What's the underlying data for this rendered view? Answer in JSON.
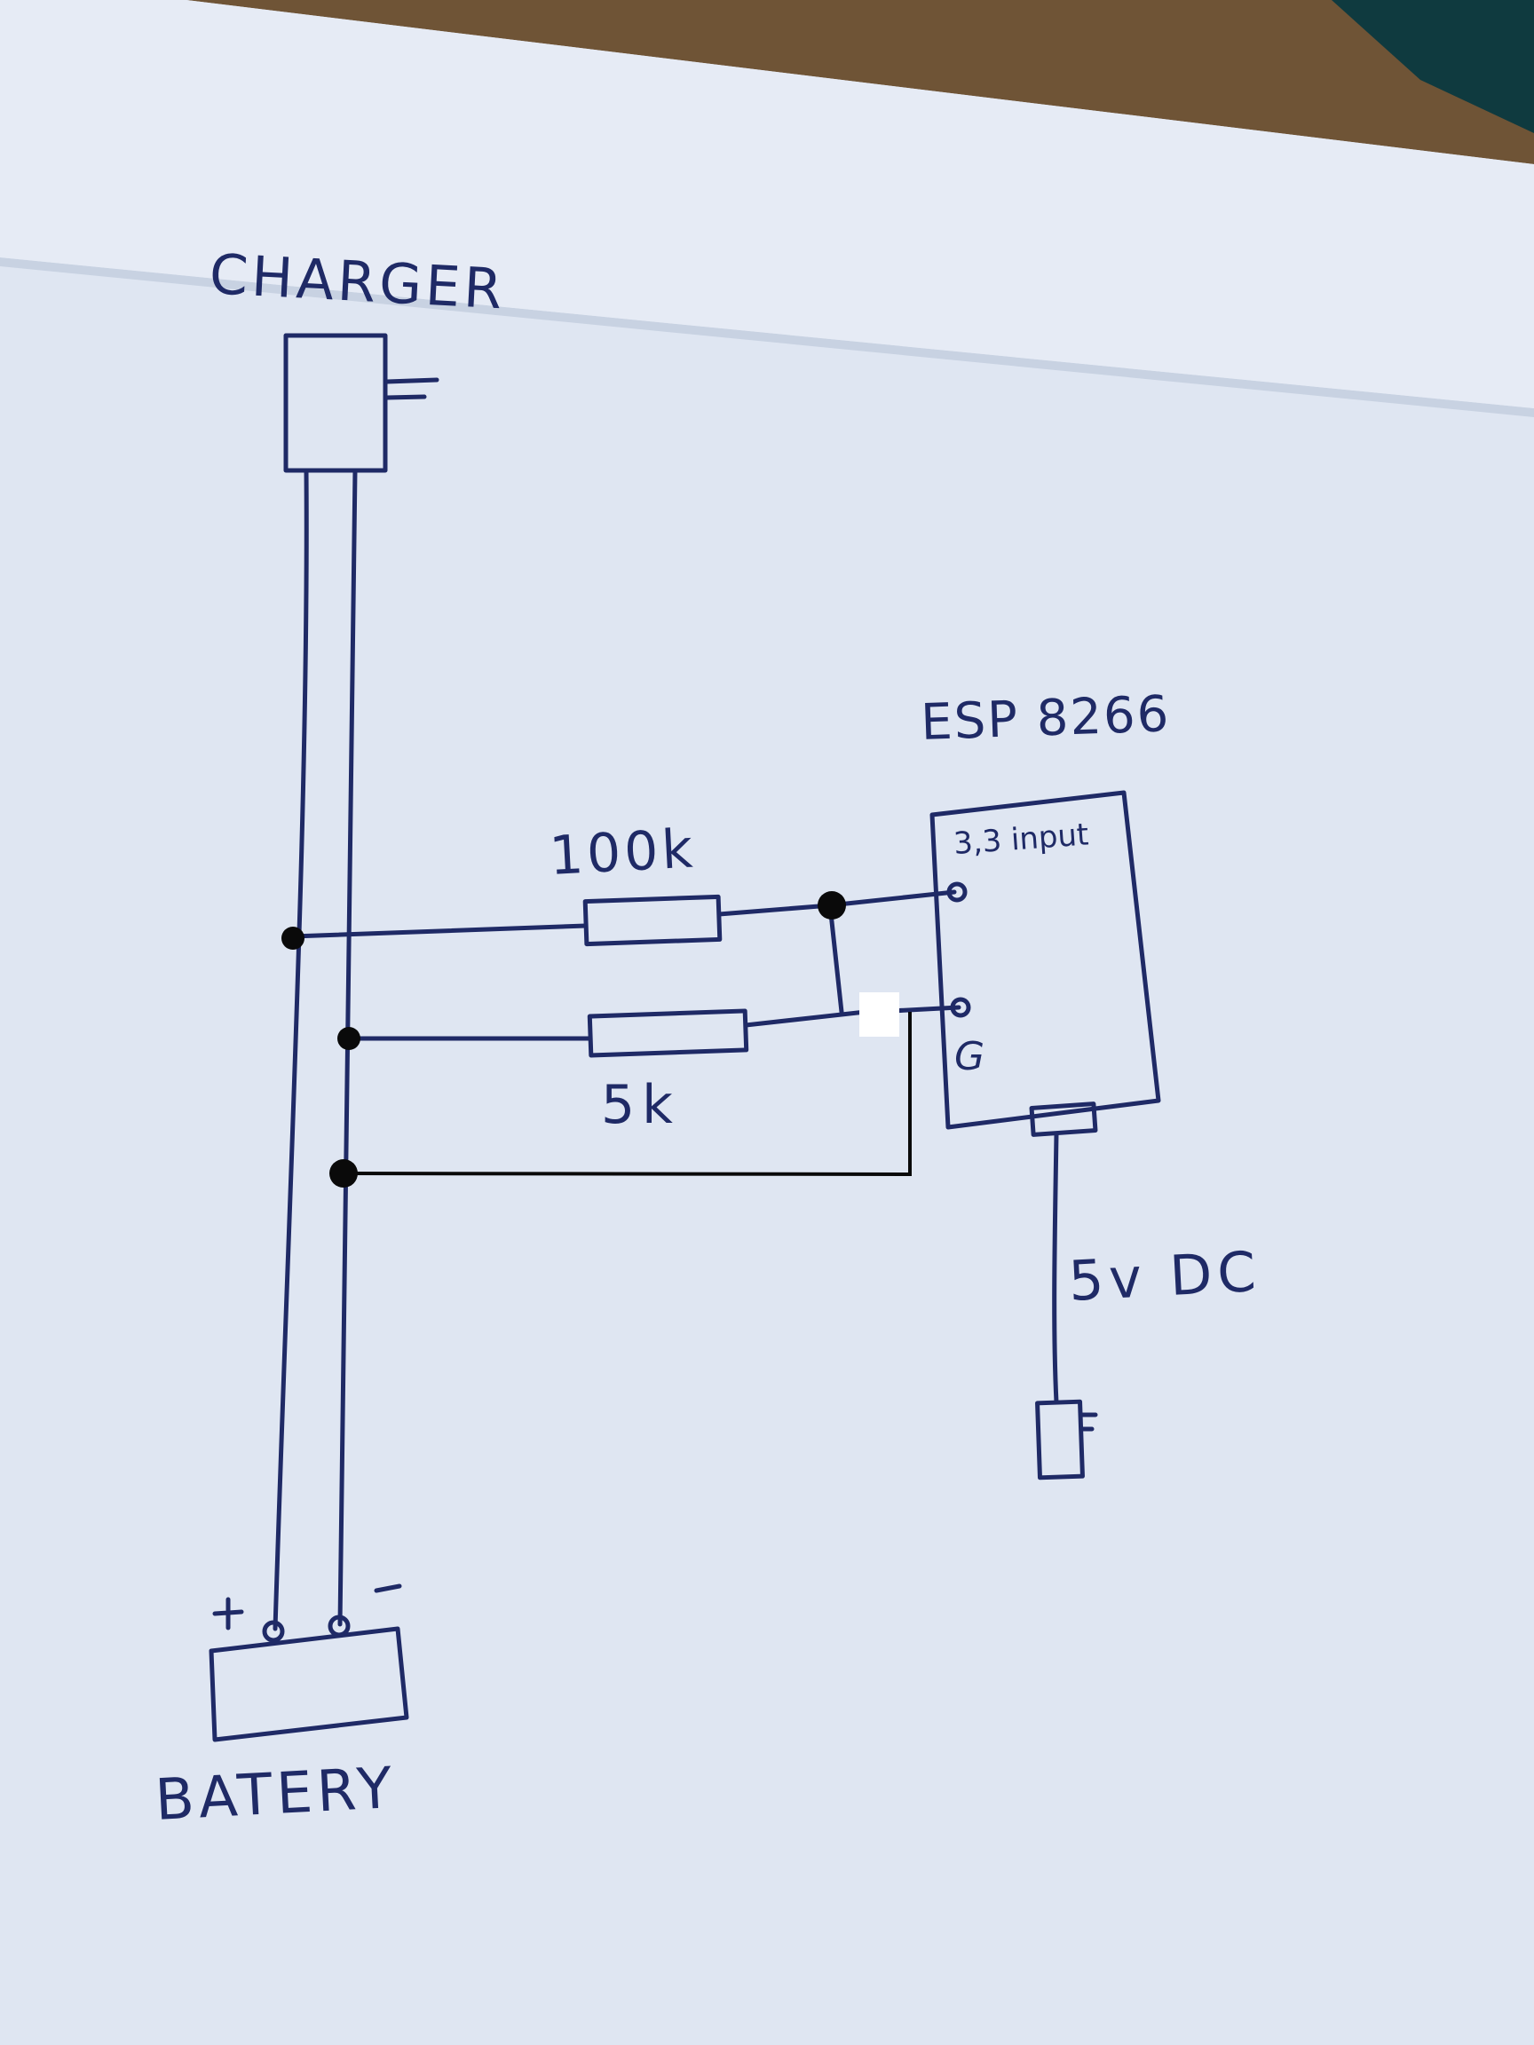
{
  "colors": {
    "paper": "#dfe6f2",
    "paper_shadow": "#b9c5d6",
    "table_wood": "#6f5436",
    "ink": "#1f2a66",
    "pen_black": "#0a0a0a",
    "patch": "#ffffff"
  },
  "labels": {
    "charger": "CHARGER",
    "esp": "ESP 8266",
    "esp_input_pin": "3,3 input",
    "esp_ground_pin": "G",
    "r1": "100k",
    "r2": "5k",
    "power": "5v DC",
    "battery": "BATERY",
    "plus": "+",
    "minus": "-"
  }
}
